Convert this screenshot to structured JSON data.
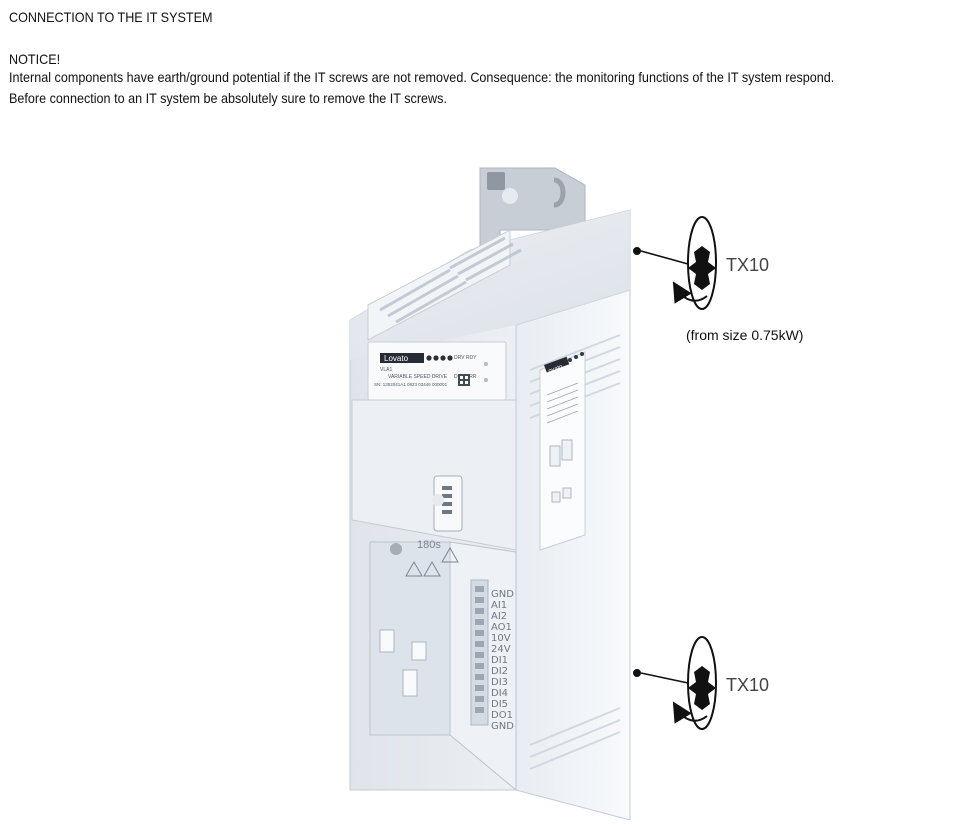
{
  "document": {
    "heading": "CONNECTION TO THE IT SYSTEM",
    "notice_label": "NOTICE!",
    "notice_lines": [
      "Internal components have earth/ground potential if the IT screws are not removed. Consequence: the monitoring functions of the IT system respond.",
      "Before connection to an IT system be absolutely sure to remove the IT screws."
    ]
  },
  "figure": {
    "screw_top_label": "TX10",
    "screw_bottom_label": "TX10",
    "size_note": "(from size 0.75kW)",
    "device_brand": "Lovato",
    "timer_label": "180s",
    "terminal_labels": [
      "GND",
      "AI1",
      "AI2",
      "AO1",
      "10V",
      "24V",
      "DI1",
      "DI2",
      "DI3",
      "DI4",
      "DI5",
      "DO1",
      "GND"
    ],
    "front_label_line1": "VLA1",
    "front_label_line2": "VARIABLE SPEED DRIVE",
    "front_label_line3": "SN: 1352041A1 0823 03446 000001",
    "front_status_1": "DRV RDY",
    "front_status_2": "DRV ERR"
  }
}
